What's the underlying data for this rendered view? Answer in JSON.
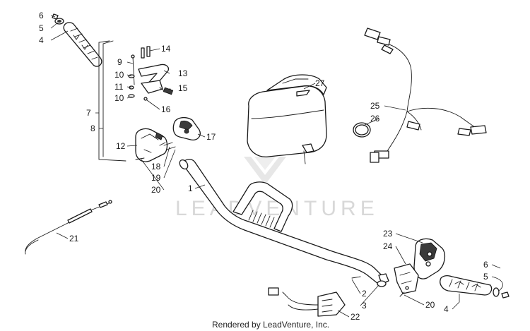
{
  "watermark": {
    "text": "LEADVENTURE",
    "color": "#d8d8d8"
  },
  "credit": "Rendered by LeadVenture, Inc.",
  "callouts": {
    "c6a": "6",
    "c5a": "5",
    "c4a": "4",
    "c14": "14",
    "c9": "9",
    "c10a": "10",
    "c13": "13",
    "c11": "11",
    "c10b": "10",
    "c15": "15",
    "c16": "16",
    "c7": "7",
    "c8": "8",
    "c17": "17",
    "c12": "12",
    "c18": "18",
    "c19": "19",
    "c20a": "20",
    "c1": "1",
    "c21": "21",
    "c27": "27",
    "c25": "25",
    "c26": "26",
    "c23": "23",
    "c24": "24",
    "c6b": "6",
    "c5b": "5",
    "c4b": "4",
    "c2": "2",
    "c3": "3",
    "c20b": "20",
    "c22": "22"
  }
}
